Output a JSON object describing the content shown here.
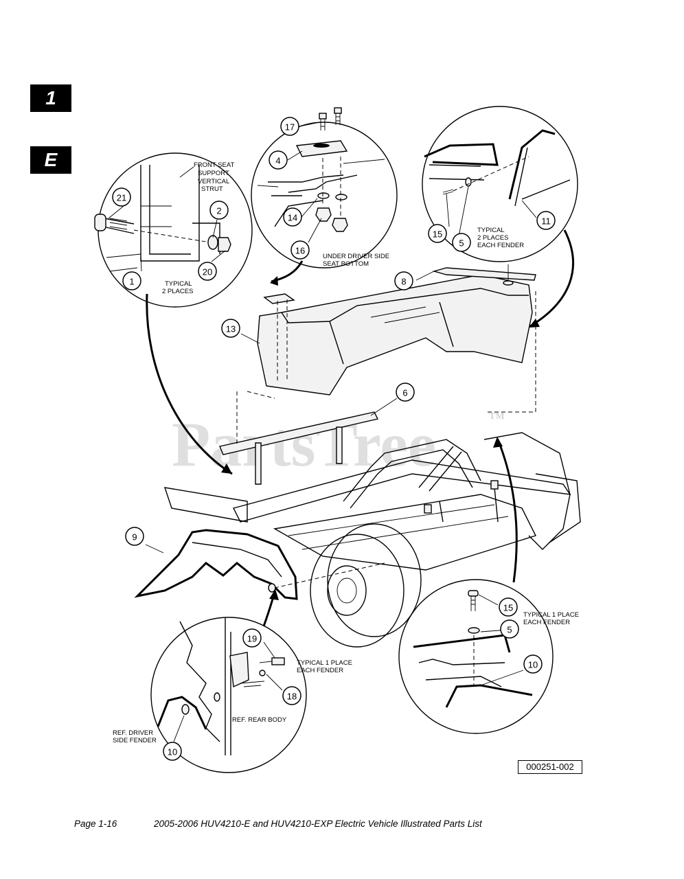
{
  "tabs": {
    "chapter": "1",
    "section": "E"
  },
  "watermark": {
    "text": "PartsTree",
    "mark": "TM"
  },
  "figure_id": "000251-002",
  "footer": {
    "page": "Page 1-16",
    "title": "2005-2006 HUV4210-E and HUV4210-EXP Electric Vehicle Illustrated Parts List"
  },
  "notes": {
    "front_seat_1": "FRONT SEAT",
    "front_seat_2": "SUPPORT",
    "front_seat_3": "VERTICAL",
    "front_seat_4": "STRUT",
    "typical2_a": "TYPICAL",
    "typical2_b": "2 PLACES",
    "under_driver_1": "UNDER DRIVER SIDE",
    "under_driver_2": "SEAT BOTTOM",
    "typical_fender_1": "TYPICAL",
    "typical_fender_2": "2 PLACES",
    "typical_fender_3": "EACH FENDER",
    "typical1_a": "TYPICAL 1 PLACE",
    "typical1_b": "EACH FENDER",
    "typical1_c": "TYPICAL 1 PLACE",
    "typical1_d": "EACH FENDER",
    "ref_rear_body": "REF. REAR BODY",
    "ref_driver_1": "REF. DRIVER",
    "ref_driver_2": "SIDE FENDER"
  },
  "callouts": {
    "c17": "17",
    "c4": "4",
    "c14": "14",
    "c16": "16",
    "c21": "21",
    "c2": "2",
    "c1": "1",
    "c20": "20",
    "c15a": "15",
    "c5a": "5",
    "c11": "11",
    "c8": "8",
    "c13": "13",
    "c6": "6",
    "c9": "9",
    "c19": "19",
    "c18": "18",
    "c10a": "10",
    "c15b": "15",
    "c5b": "5",
    "c10b": "10"
  }
}
